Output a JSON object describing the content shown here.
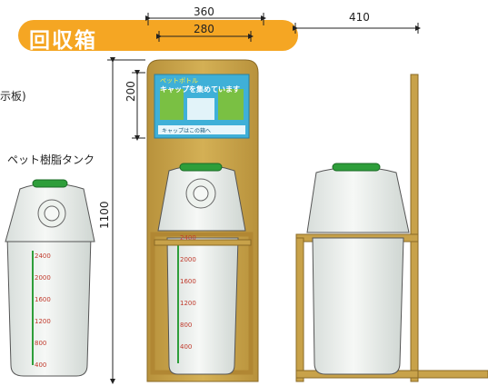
{
  "banner": {
    "title": "回収箱"
  },
  "dimensions": {
    "total_width": "360",
    "poster_width": "280",
    "side_depth": "410",
    "poster_height": "200",
    "total_height": "1100"
  },
  "labels": {
    "left_partial": "示板)",
    "tank_label": "ペット樹脂タンク"
  },
  "poster": {
    "header": "ペットボトル",
    "title": "キャップを集めています",
    "footer": "キャップはこの箱へ"
  },
  "scale_marks": [
    "2400",
    "2000",
    "1600",
    "1200",
    "800",
    "400"
  ],
  "colors": {
    "banner": "#f5a623",
    "wood": "#c8a24a",
    "lid_green": "#2e9e3a",
    "tank": "#eef2ee",
    "scale_red": "#c0392b"
  }
}
